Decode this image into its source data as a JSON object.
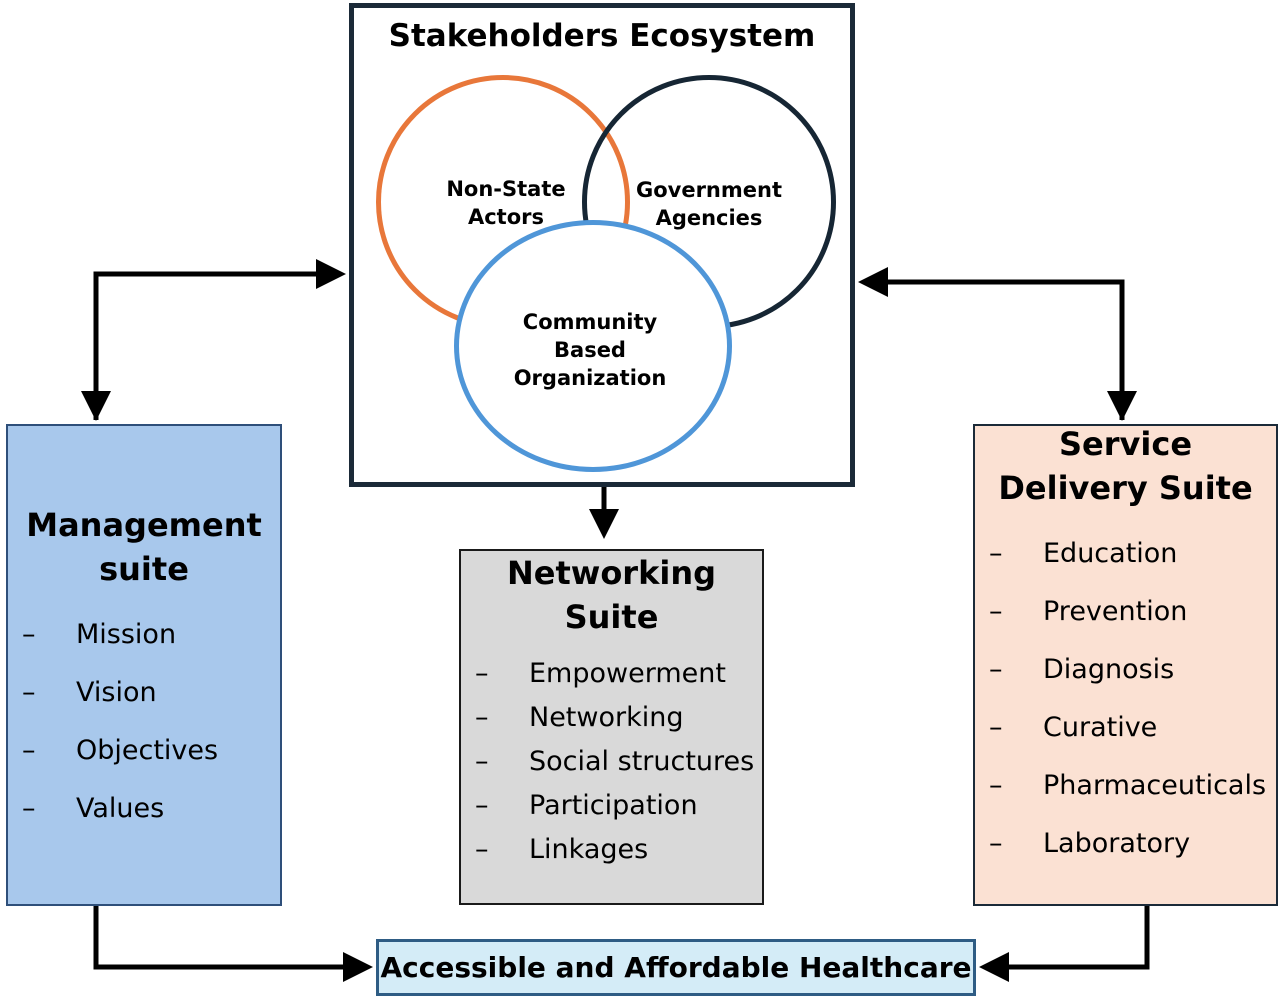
{
  "ecosystem": {
    "title": "Stakeholders Ecosystem",
    "circles": [
      {
        "label_lines": [
          "Non-State",
          "Actors"
        ],
        "color": "#e8773a"
      },
      {
        "label_lines": [
          "Government",
          "Agencies"
        ],
        "color": "#162634"
      },
      {
        "label_lines": [
          "Community",
          "Based",
          "Organization"
        ],
        "color": "#4f96d8"
      }
    ]
  },
  "management": {
    "title_lines": [
      "Management",
      "suite"
    ],
    "items": [
      "Mission",
      "Vision",
      "Objectives",
      "Values"
    ],
    "color": "#a8c8ec"
  },
  "networking": {
    "title_lines": [
      "Networking",
      "Suite"
    ],
    "items": [
      "Empowerment",
      "Networking",
      "Social structures",
      "Participation",
      "Linkages"
    ],
    "color": "#d9d9d9"
  },
  "service": {
    "title_lines": [
      "Service",
      "Delivery Suite"
    ],
    "items": [
      "Education",
      "Prevention",
      "Diagnosis",
      "Curative",
      "Pharmaceuticals",
      "Laboratory"
    ],
    "color": "#fbe1d3"
  },
  "outcome": {
    "label": "Accessible and Affordable Healthcare",
    "color": "#d4ecf7"
  },
  "dash": "–"
}
